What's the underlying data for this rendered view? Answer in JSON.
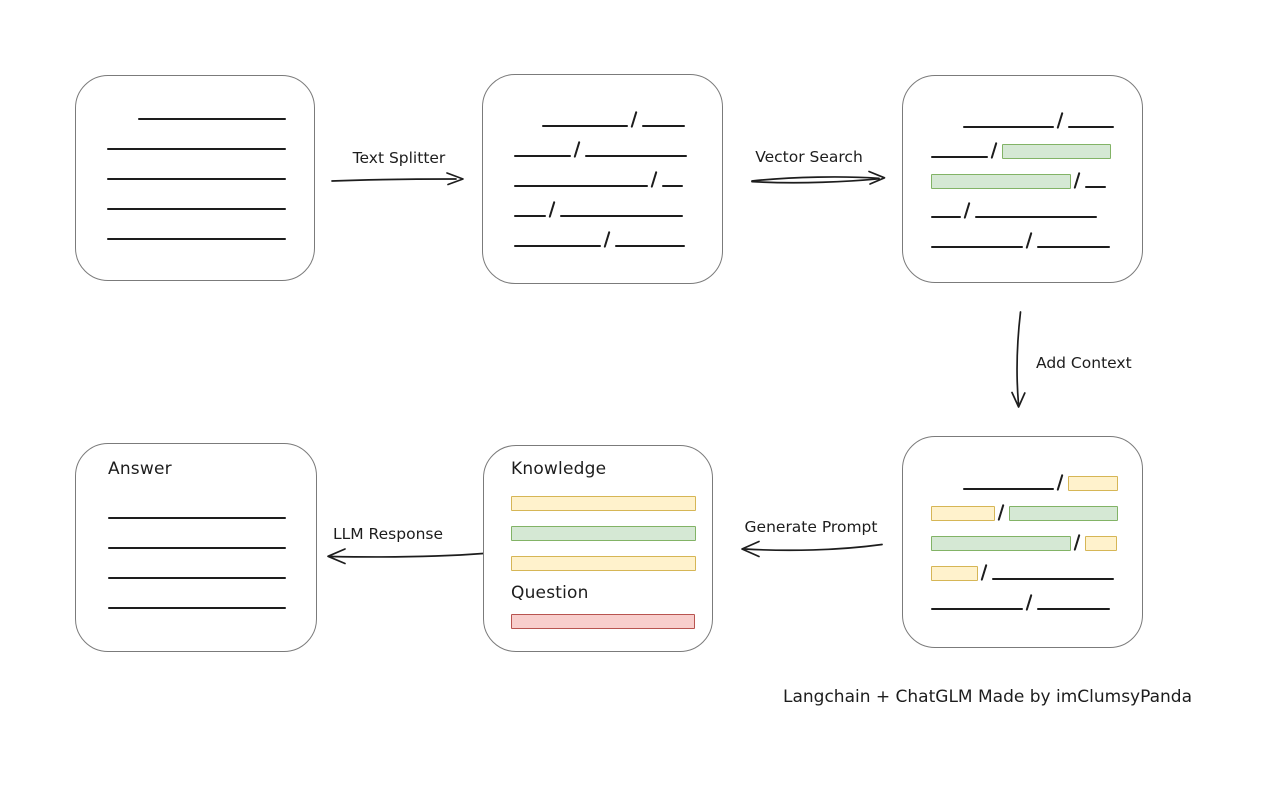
{
  "diagram": {
    "caption": "Langchain + ChatGLM Made by imClumsyPanda",
    "arrows": {
      "text_splitter": "Text Splitter",
      "vector_search": "Vector Search",
      "add_context": "Add Context",
      "generate_prompt": "Generate Prompt",
      "llm_response": "LLM Response"
    },
    "colors": {
      "ink": "#1d1d1d",
      "box-stroke": "#7b7b7b",
      "green-fill": "#d5e8d4",
      "green-stroke": "#82b366",
      "yellow-fill": "#fff2cc",
      "yellow-stroke": "#d6b656",
      "red-fill": "#f8cecc",
      "red-stroke": "#b85450"
    },
    "boxes": {
      "document": {
        "rows": [
          [
            {
              "t": "gap",
              "w": 31
            },
            {
              "t": "line",
              "w": 148
            }
          ],
          [
            {
              "t": "line",
              "w": 179
            }
          ],
          [
            {
              "t": "line",
              "w": 179
            }
          ],
          [
            {
              "t": "line",
              "w": 179
            }
          ],
          [
            {
              "t": "line",
              "w": 179
            }
          ]
        ]
      },
      "chunks": {
        "rows": [
          [
            {
              "t": "gap",
              "w": 28
            },
            {
              "t": "line",
              "w": 86
            },
            {
              "t": "slash"
            },
            {
              "t": "line",
              "w": 43
            }
          ],
          [
            {
              "t": "line",
              "w": 57
            },
            {
              "t": "slash"
            },
            {
              "t": "line",
              "w": 102
            }
          ],
          [
            {
              "t": "line",
              "w": 134
            },
            {
              "t": "slash"
            },
            {
              "t": "line",
              "w": 21
            }
          ],
          [
            {
              "t": "line",
              "w": 32
            },
            {
              "t": "slash"
            },
            {
              "t": "line",
              "w": 123
            }
          ],
          [
            {
              "t": "line",
              "w": 87
            },
            {
              "t": "slash"
            },
            {
              "t": "line",
              "w": 70
            }
          ]
        ]
      },
      "matches": {
        "rows": [
          [
            {
              "t": "gap",
              "w": 32
            },
            {
              "t": "line",
              "w": 91
            },
            {
              "t": "slash"
            },
            {
              "t": "line",
              "w": 46
            }
          ],
          [
            {
              "t": "line",
              "w": 57
            },
            {
              "t": "slash"
            },
            {
              "t": "bar",
              "c": "green",
              "w": 107
            }
          ],
          [
            {
              "t": "bar",
              "c": "green",
              "w": 138
            },
            {
              "t": "slash"
            },
            {
              "t": "line",
              "w": 21
            }
          ],
          [
            {
              "t": "line",
              "w": 30
            },
            {
              "t": "slash"
            },
            {
              "t": "line",
              "w": 122
            }
          ],
          [
            {
              "t": "line",
              "w": 92
            },
            {
              "t": "slash"
            },
            {
              "t": "line",
              "w": 73
            }
          ]
        ]
      },
      "context": {
        "rows": [
          [
            {
              "t": "gap",
              "w": 32
            },
            {
              "t": "line",
              "w": 91
            },
            {
              "t": "slash"
            },
            {
              "t": "bar",
              "c": "yellow",
              "w": 48
            }
          ],
          [
            {
              "t": "bar",
              "c": "yellow",
              "w": 62
            },
            {
              "t": "slash"
            },
            {
              "t": "bar",
              "c": "green",
              "w": 107
            }
          ],
          [
            {
              "t": "bar",
              "c": "green",
              "w": 138
            },
            {
              "t": "slash"
            },
            {
              "t": "bar",
              "c": "yellow",
              "w": 30
            }
          ],
          [
            {
              "t": "bar",
              "c": "yellow",
              "w": 45
            },
            {
              "t": "slash"
            },
            {
              "t": "line",
              "w": 122
            }
          ],
          [
            {
              "t": "line",
              "w": 92
            },
            {
              "t": "slash"
            },
            {
              "t": "line",
              "w": 73
            }
          ]
        ]
      },
      "prompt": {
        "knowledge_label": "Knowledge",
        "question_label": "Question",
        "knowledge_bars": [
          {
            "c": "yellow",
            "w": 183
          },
          {
            "c": "green",
            "w": 183
          },
          {
            "c": "yellow",
            "w": 183
          }
        ],
        "question_bars": [
          {
            "c": "red",
            "w": 182
          }
        ]
      },
      "answer": {
        "title": "Answer",
        "rows": [
          [
            {
              "t": "line",
              "w": 178
            }
          ],
          [
            {
              "t": "line",
              "w": 178
            }
          ],
          [
            {
              "t": "line",
              "w": 178
            }
          ],
          [
            {
              "t": "line",
              "w": 178
            }
          ]
        ]
      }
    }
  }
}
